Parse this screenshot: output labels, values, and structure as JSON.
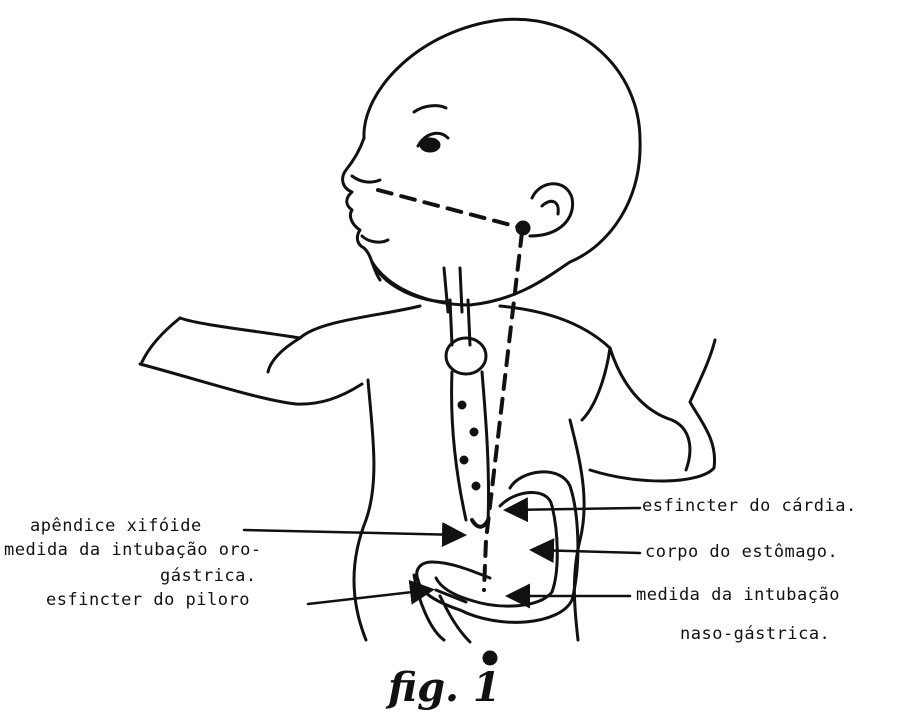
{
  "labels": {
    "apendice": "apêndice xifóide",
    "medida_oro_1": "medida da intubação oro-",
    "medida_oro_2": "gástrica.",
    "piloro": "esfincter do piloro",
    "cardia": "esfincter do cárdia.",
    "corpo": "corpo do estômago.",
    "medida_naso_1": "medida da intubação",
    "medida_naso_2": "naso-gástrica."
  },
  "caption": "fig. 1"
}
